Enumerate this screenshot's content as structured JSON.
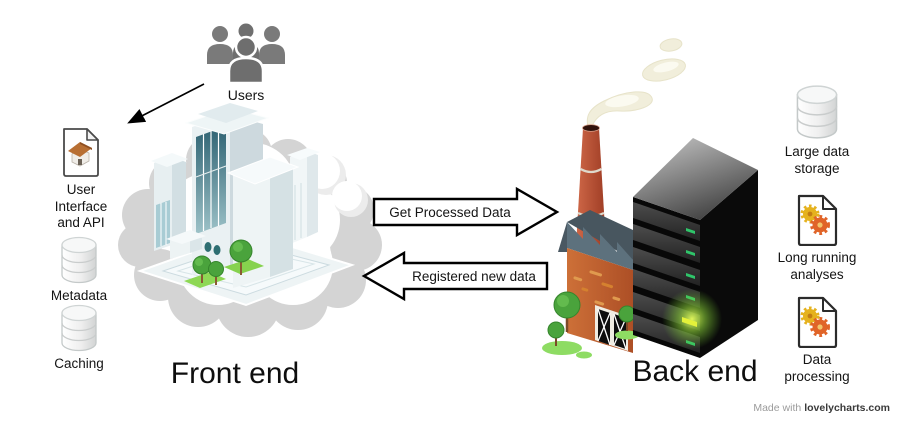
{
  "front_end": {
    "title": "Front end",
    "users_label": "Users",
    "components": [
      {
        "label": "User Interface and API",
        "icon": "document-house-icon"
      },
      {
        "label": "Metadata",
        "icon": "database-icon"
      },
      {
        "label": "Caching",
        "icon": "database-icon"
      }
    ]
  },
  "flows": {
    "to_back_end": "Get Processed Data",
    "to_front_end": "Registered new data"
  },
  "back_end": {
    "title": "Back end",
    "components": [
      {
        "label": "Large data storage",
        "icon": "database-icon"
      },
      {
        "label": "Long running analyses",
        "icon": "document-gears-icon"
      },
      {
        "label": "Data processing",
        "icon": "document-gears-icon"
      }
    ]
  },
  "credit": {
    "made_with": "Made with",
    "brand": "lovelycharts.com"
  },
  "colors": {
    "factory_orange": "#c2602f",
    "chimney_red": "#b64a30",
    "roof_steel": "#5d707c",
    "server_dark": "#1e1e1e",
    "led_green": "#2fc56a",
    "glow_green": "#b8e83a",
    "tree_green": "#4aa33c",
    "grass_green": "#8edc63",
    "glass_teal": "#3a6f7e",
    "cloud_gray": "#d4d4d4",
    "smoke_cream": "#f1eedb",
    "people_gray": "#757575",
    "gear_yellow": "#e5b21e",
    "gear_orange": "#e06428",
    "text_dark": "#141414",
    "credit_gray": "#9b9b9b"
  }
}
